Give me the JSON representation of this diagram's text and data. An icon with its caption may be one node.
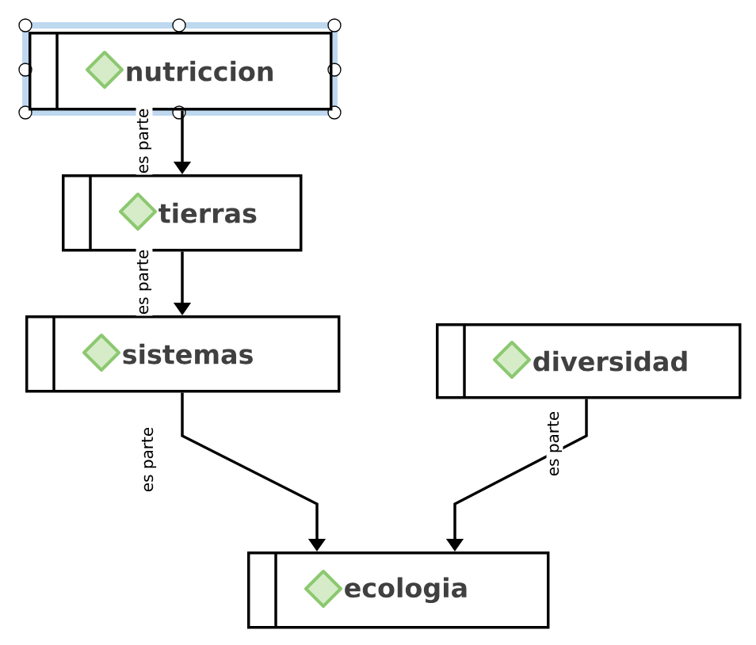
{
  "diagram": {
    "nodes": [
      {
        "text": [
          "nutriccion"
        ]
      },
      {
        "text": [
          "tierras"
        ]
      },
      {
        "text": [
          "sistemas"
        ]
      },
      {
        "text": [
          "diversidad"
        ]
      },
      {
        "text": [
          "ecologia"
        ]
      }
    ],
    "edges": [
      {
        "from": 0,
        "to": 1,
        "arrow": "to",
        "label": "es parte"
      },
      {
        "from": 1,
        "to": 2,
        "arrow": "to",
        "label": "es parte"
      },
      {
        "from": 2,
        "to": 4,
        "arrow": "to",
        "label": "es parte"
      },
      {
        "from": 3,
        "to": 4,
        "arrow": "to",
        "label": "es parte"
      }
    ]
  }
}
